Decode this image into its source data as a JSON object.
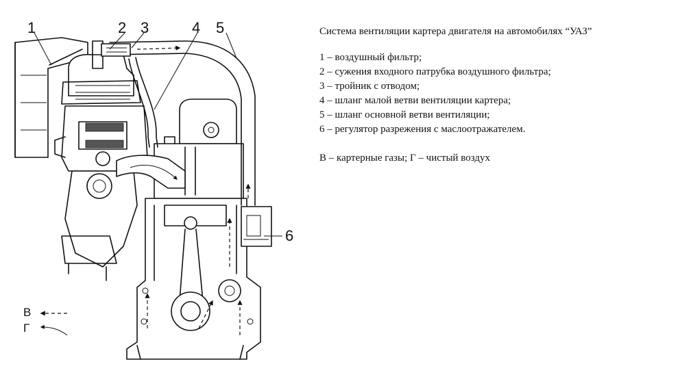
{
  "diagram": {
    "callouts": [
      "1",
      "2",
      "3",
      "4",
      "5",
      "6"
    ],
    "flow_legend": {
      "crankcase_letter": "В",
      "clean_letter": "Г"
    }
  },
  "legend": {
    "title": "Система вентиляции картера двигателя на автомобилях “УАЗ”",
    "items": [
      "1  – воздушный   фильтр;",
      "2 – сужения      входного      патрубка воздушного фильтра;",
      "3 – тройник с отводом;",
      "4 – шланг малой ветви вентиляции картера;",
      "5 – шланг основной ветви вентиляции;",
      "6 – регулятор разрежения с маслоотражателем."
    ],
    "note": "В – картерные газы; Г – чистый воздух"
  }
}
